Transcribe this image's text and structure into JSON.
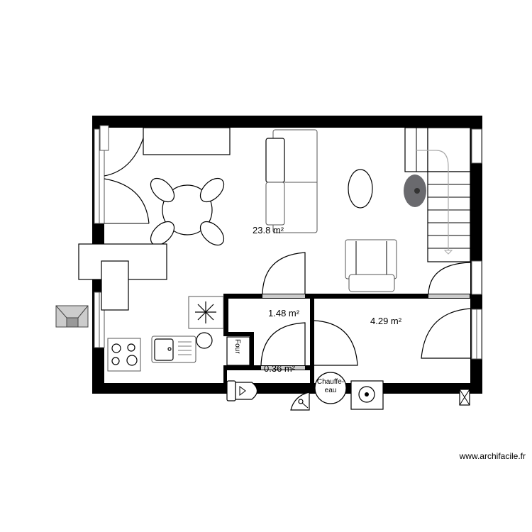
{
  "plan": {
    "rooms": [
      {
        "area": "23.8 m²"
      },
      {
        "area": "1.48 m²"
      },
      {
        "area": "4.29 m²"
      },
      {
        "area": "0.36 m²"
      }
    ],
    "appliances": {
      "oven": "Four",
      "water_heater_line1": "Chauffe-",
      "water_heater_line2": "eau"
    },
    "wall_color": "#000000"
  },
  "watermark": "www.archifacile.fr"
}
